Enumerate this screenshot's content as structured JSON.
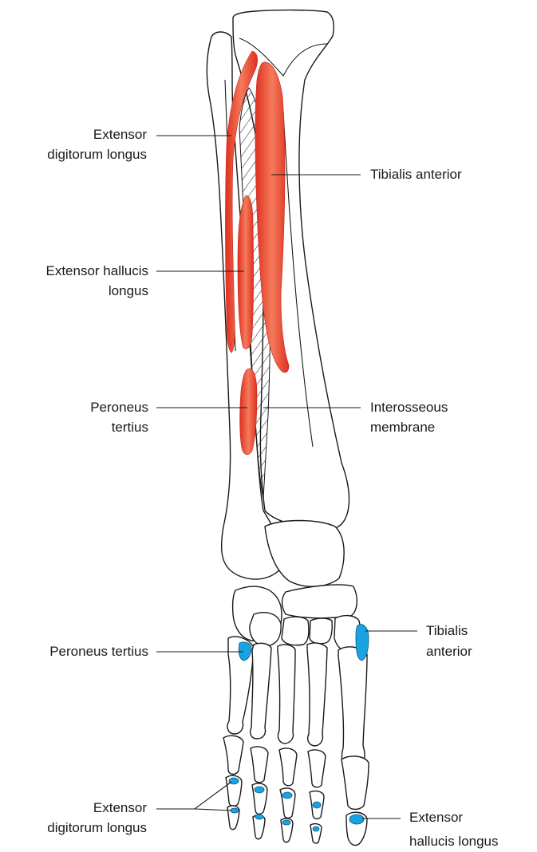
{
  "colors": {
    "muscle": "#e23a2e",
    "muscle_light": "#f57a5a",
    "insertion": "#1aa3e0",
    "bone_fill": "#ffffff",
    "outline": "#1a1a1a"
  },
  "labels": {
    "edl_origin": [
      "Extensor",
      "digitorum longus"
    ],
    "ehl_origin": [
      "Extensor hallucis",
      "longus"
    ],
    "peroneus_tertius_origin": [
      "Peroneus",
      "tertius"
    ],
    "tibialis_anterior_origin": [
      "Tibialis anterior"
    ],
    "interosseous_membrane": [
      "Interosseous",
      "membrane"
    ],
    "peroneus_tertius_insertion": [
      "Peroneus tertius"
    ],
    "tibialis_anterior_insertion": [
      "Tibialis",
      "anterior"
    ],
    "edl_insertion": [
      "Extensor",
      "digitorum longus"
    ],
    "ehl_insertion": [
      "Extensor",
      "hallucis longus"
    ]
  }
}
